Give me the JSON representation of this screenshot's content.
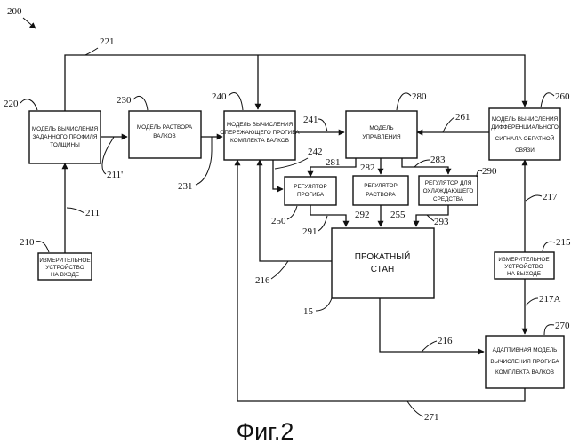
{
  "figure": {
    "number": "200",
    "caption": "Фиг.2"
  },
  "blocks": {
    "b220": {
      "ref": "220",
      "lines": [
        "МОДЕЛЬ ВЫЧИСЛЕНИЯ",
        "ЗАДАННОГО ПРОФИЛЯ",
        "ТОЛЩИНЫ"
      ]
    },
    "b230": {
      "ref": "230",
      "lines": [
        "МОДЕЛЬ РАСТВОРА",
        "ВАЛКОВ"
      ]
    },
    "b240": {
      "ref": "240",
      "lines": [
        "МОДЕЛЬ ВЫЧИСЛЕНИЯ",
        "ОПЕРЕЖАЮЩЕГО ПРОГИБА",
        "КОМПЛЕКТА ВАЛКОВ"
      ]
    },
    "b280": {
      "ref": "280",
      "lines": [
        "МОДЕЛЬ",
        "УПРАВЛЕНИЯ"
      ]
    },
    "b260": {
      "ref": "260",
      "lines": [
        "МОДЕЛЬ ВЫЧИСЛЕНИЯ",
        "ДИФФЕРЕНЦИАЛЬНОГО",
        "СИГНАЛА ОБРАТНОЙ",
        "СВЯЗИ"
      ]
    },
    "b250": {
      "ref": "250",
      "lines": [
        "РЕГУЛЯТОР",
        "ПРОГИБА"
      ]
    },
    "b292": {
      "ref": "292",
      "lines": [
        "РЕГУЛЯТОР",
        "РАСТВОРА"
      ]
    },
    "b290": {
      "ref": "290",
      "lines": [
        "РЕГУЛЯТОР ДЛЯ",
        "ОХЛАЖДАЮЩЕГО",
        "СРЕДСТВА"
      ]
    },
    "b15": {
      "ref": "15",
      "lines": [
        "ПРОКАТНЫЙ",
        "СТАН"
      ]
    },
    "b210": {
      "ref": "210",
      "lines": [
        "ИЗМЕРИТЕЛЬНОЕ",
        "УСТРОЙСТВО",
        "НА ВХОДЕ"
      ]
    },
    "b215": {
      "ref": "215",
      "lines": [
        "ИЗМЕРИТЕЛЬНОЕ",
        "УСТРОЙСТВО",
        "НА ВЫХОДЕ"
      ]
    },
    "b270": {
      "ref": "270",
      "lines": [
        "АДАПТИВНАЯ МОДЕЛЬ",
        "ВЫЧИСЛЕНИЯ ПРОГИБА",
        "КОМПЛЕКТА ВАЛКОВ"
      ]
    }
  },
  "refs": {
    "r221": "221",
    "r211p": "211'",
    "r211": "211",
    "r231": "231",
    "r241": "241",
    "r242": "242",
    "r281": "281",
    "r282": "282",
    "r283": "283",
    "r261": "261",
    "r217": "217",
    "r217a": "217A",
    "r291": "291",
    "r255": "255",
    "r293": "293",
    "r216a": "216",
    "r216b": "216",
    "r271": "271"
  },
  "colors": {
    "ink": "#111111",
    "paper": "#ffffff"
  }
}
